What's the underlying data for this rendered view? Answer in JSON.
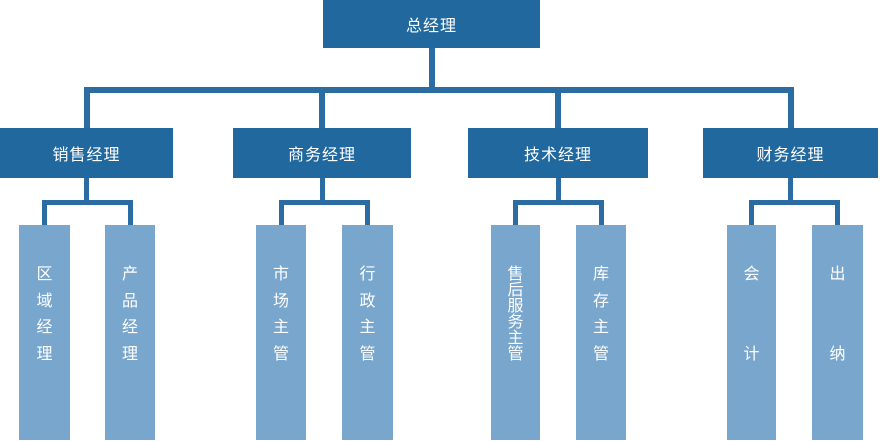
{
  "colors": {
    "box_dark": "#21689E",
    "box_light": "#78A6CD",
    "connector": "#2B6CA3",
    "text": "#FFFFFF",
    "background": "#FFFFFF"
  },
  "org": {
    "type": "org-chart",
    "root": {
      "label": "总经理"
    },
    "managers": [
      {
        "label": "销售经理",
        "children": [
          {
            "label": "区域经理"
          },
          {
            "label": "产品经理"
          }
        ]
      },
      {
        "label": "商务经理",
        "children": [
          {
            "label": "市场主管"
          },
          {
            "label": "行政主管"
          }
        ]
      },
      {
        "label": "技术经理",
        "children": [
          {
            "label": "售后服务主管"
          },
          {
            "label": "库存主管"
          }
        ]
      },
      {
        "label": "财务经理",
        "children": [
          {
            "label": "会计"
          },
          {
            "label": "出纳"
          }
        ]
      }
    ]
  }
}
